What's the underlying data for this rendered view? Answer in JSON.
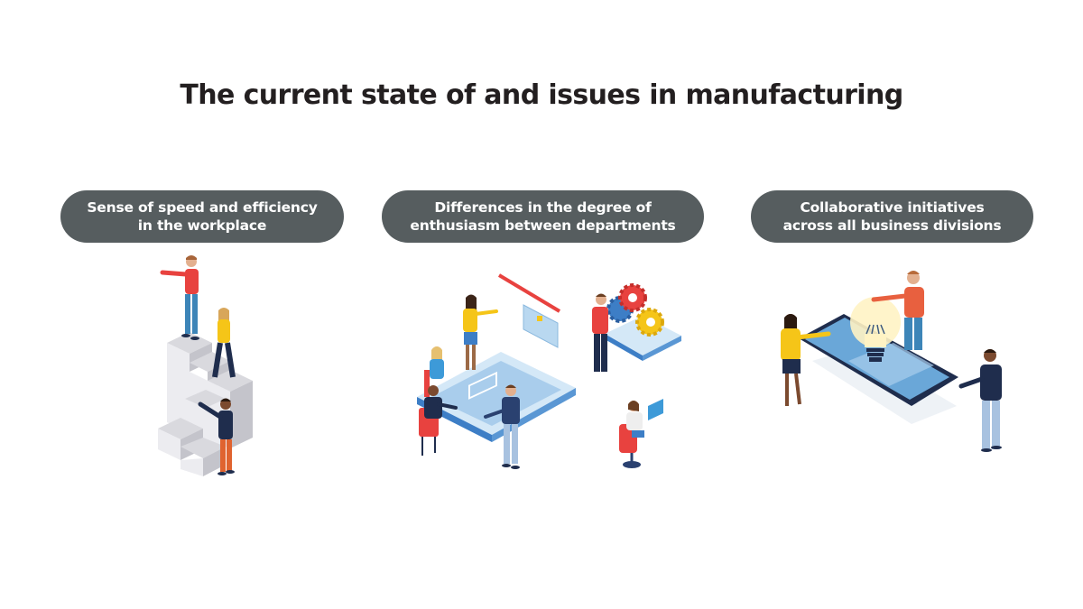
{
  "title": "The current state of and issues in manufacturing",
  "colors": {
    "background": "#ffffff",
    "title_text": "#231f20",
    "pill_background": "#565d5f",
    "pill_text": "#ffffff",
    "accent_red": "#e8423f",
    "accent_yellow": "#f5c518",
    "accent_blue": "#3d7ec6",
    "navy": "#1f2d4d",
    "light_blue": "#b9d8f0"
  },
  "sections": [
    {
      "label_lines": [
        "Sense of speed and efficiency",
        "in the workplace"
      ],
      "illustration": "people-climbing-stairs-illustration"
    },
    {
      "label_lines": [
        "Differences in the degree of",
        "enthusiasm between departments"
      ],
      "illustration": "team-around-digital-table-with-gears-illustration"
    },
    {
      "label_lines": [
        "Collaborative initiatives",
        "across all business divisions"
      ],
      "illustration": "people-around-smartphone-with-lightbulb-illustration"
    }
  ]
}
